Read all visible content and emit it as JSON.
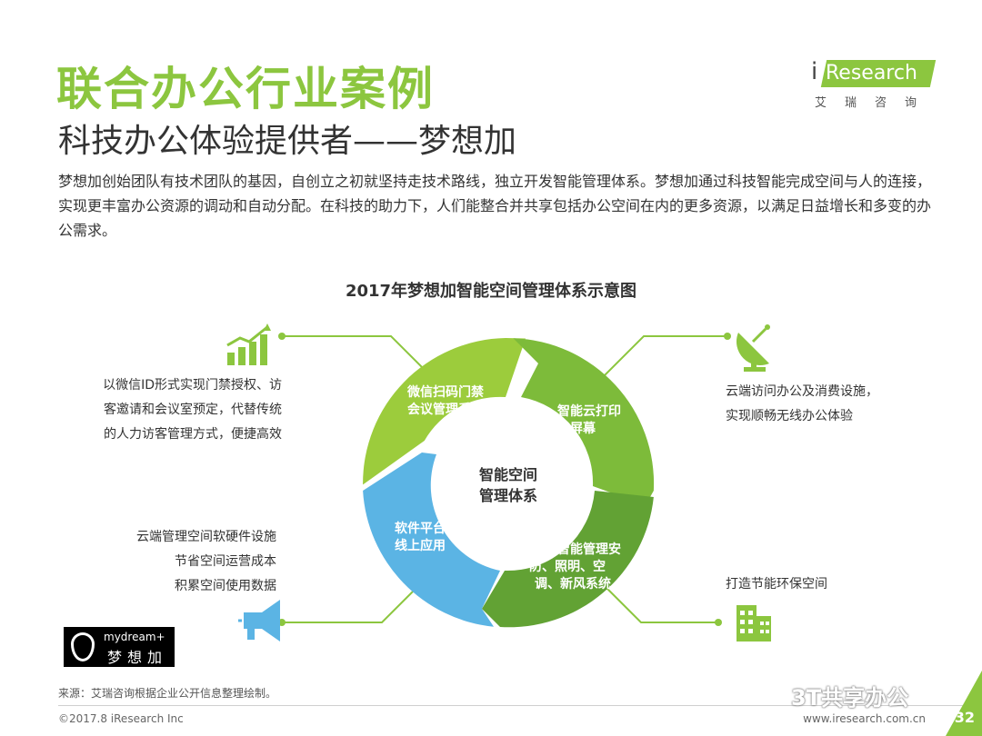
{
  "header": {
    "title": "联合办公行业案例",
    "subtitle": "科技办公体验提供者——梦想加"
  },
  "logo": {
    "i": "i",
    "research": "Research",
    "cn": "艾瑞咨询"
  },
  "intro": "梦想加创始团队有技术团队的基因，自创立之初就坚持走技术路线，独立开发智能管理体系。梦想加通过科技智能完成空间与人的连接，实现更丰富办公资源的调动和自动分配。在科技的助力下，人们能整合并共享包括办公空间在内的更多资源，以满足日益增长和多变的办公需求。",
  "diagram": {
    "title": "2017年梦想加智能空间管理体系示意图",
    "center": [
      "智能空间",
      "管理体系"
    ],
    "segments": [
      {
        "lines": [
          "微信扫码门禁",
          "会议管理系统"
        ],
        "color": "#9ccc3c"
      },
      {
        "lines": [
          "智能云打印",
          "云屏幕"
        ],
        "color": "#7dbb3a"
      },
      {
        "lines": [
          "远程智能管理安",
          "防、照明、空",
          "调、新风系统"
        ],
        "color": "#62a234"
      },
      {
        "lines": [
          "软件平台",
          "线上应用"
        ],
        "color": "#5bb4e4"
      }
    ],
    "callouts": {
      "top_left": [
        "以微信ID形式实现门禁授权、访",
        "客邀请和会议室预定，代替传统",
        "的人力访客管理方式，便捷高效"
      ],
      "top_right": [
        "云端访问办公及消费设施，",
        "实现顺畅无线办公体验"
      ],
      "bottom_left": [
        "云端管理空间软硬件设施",
        "节省空间运营成本",
        "积累空间使用数据"
      ],
      "bottom_right": [
        "打造节能环保空间"
      ]
    },
    "colors": {
      "accent_green": "#8cc63f",
      "light_green": "#9ccc3c",
      "mid_green": "#7dbb3a",
      "dark_green": "#62a234",
      "blue": "#5bb4e4"
    }
  },
  "brand": {
    "en": "mydream+",
    "cn": "梦想加"
  },
  "footer": {
    "source": "来源：艾瑞咨询根据企业公开信息整理绘制。",
    "copyright": "©2017.8 iResearch Inc",
    "website": "www.iresearch.com.cn",
    "page": "32",
    "watermark": "3T共享办公"
  }
}
